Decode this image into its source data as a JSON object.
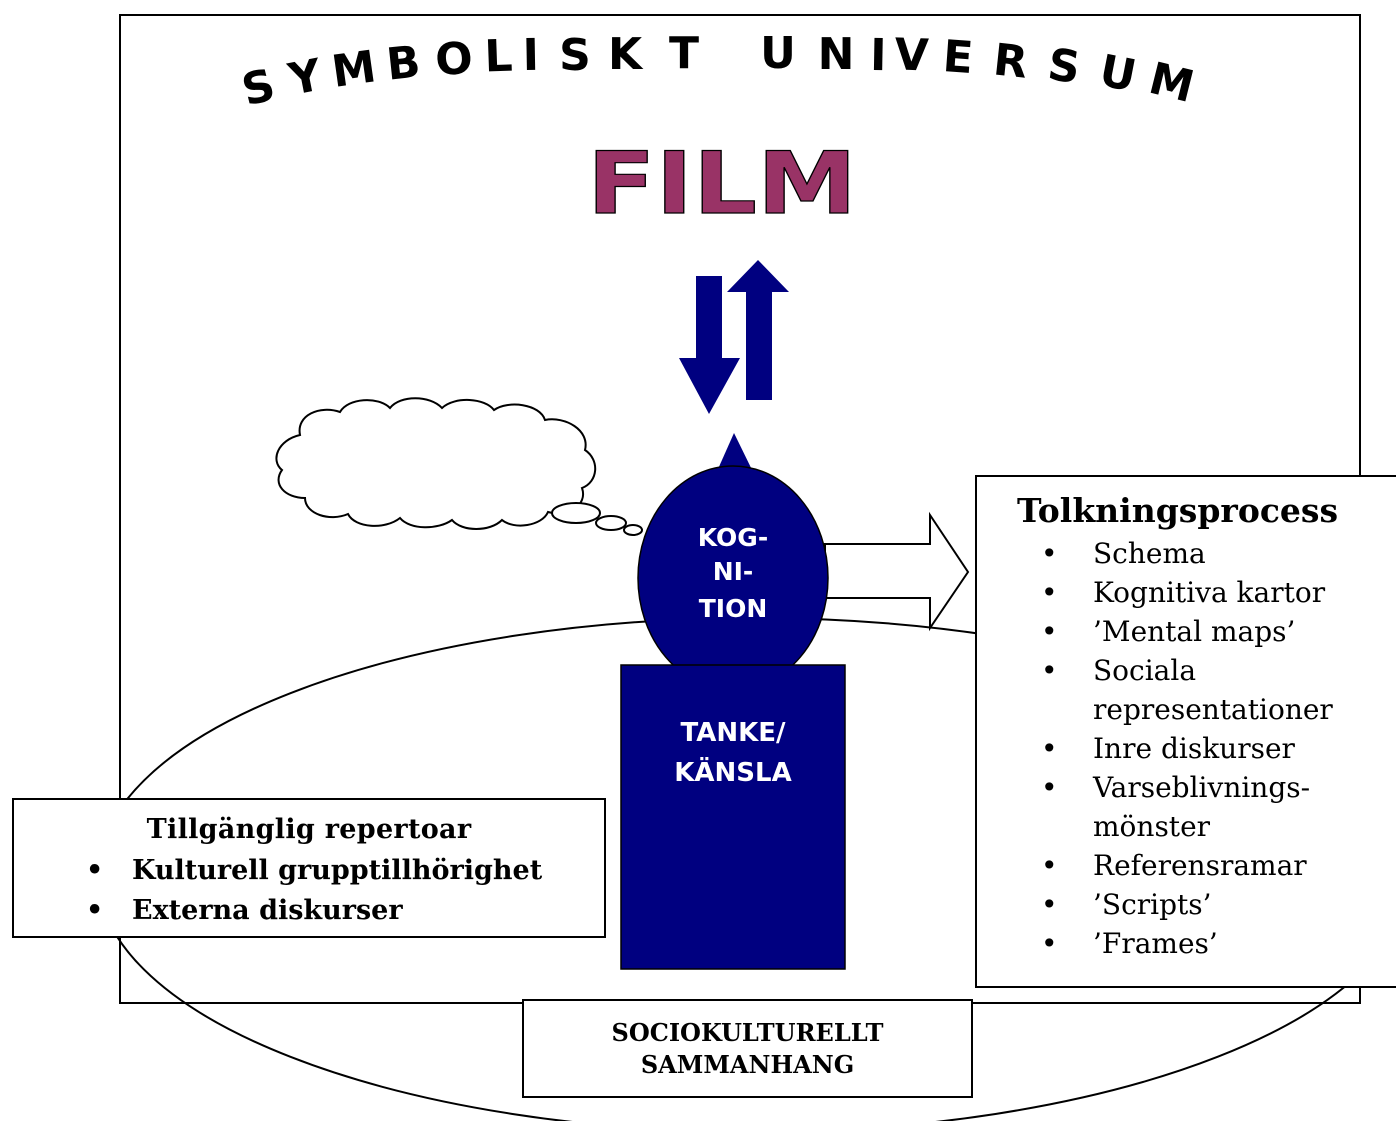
{
  "universe": {
    "title_letters": [
      "S",
      "Y",
      "M",
      "B",
      "O",
      "L",
      "I",
      "S",
      "K",
      "T",
      "U",
      "N",
      "I",
      "V",
      "E",
      "R",
      "S",
      "U",
      "M"
    ],
    "title_full": "SYMBOLISKT UNIVERSUM"
  },
  "film": {
    "label": "FILM",
    "color": "#993366"
  },
  "arrows": {
    "color": "#000080"
  },
  "cognition": {
    "lines": [
      "KOG-",
      "NI-",
      "TION"
    ],
    "color": "#000080",
    "text_color": "#ffffff"
  },
  "thought_feeling": {
    "lines": [
      "TANKE/",
      "KÄNSLA"
    ],
    "color": "#000080",
    "text_color": "#ffffff"
  },
  "repertoire": {
    "title": "Tillgänglig repertoar",
    "items": [
      "Kulturell grupptillhörighet",
      "Externa diskurser"
    ]
  },
  "interpretation": {
    "title": "Tolkningsprocess",
    "items": [
      "Schema",
      "Kognitiva kartor",
      "’Mental maps’",
      "Sociala representationer",
      "Inre diskurser",
      "Varseblivnings-mönster",
      "Referensramar",
      "’Scripts’",
      "’Frames’"
    ]
  },
  "context": {
    "lines": [
      "SOCIOKULTURELLT",
      "SAMMANHANG"
    ]
  }
}
